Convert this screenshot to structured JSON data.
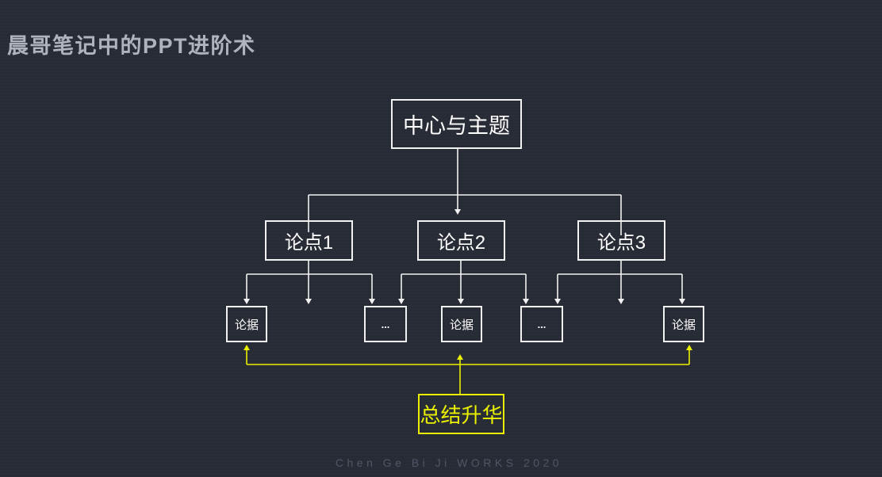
{
  "slide": {
    "title": "晨哥笔记中的PPT进阶术",
    "watermark": "Chen Ge Bi Ji WORKS 2020"
  },
  "diagram": {
    "root": {
      "label": "中心与主题"
    },
    "points": [
      {
        "label": "论点1"
      },
      {
        "label": "论点2"
      },
      {
        "label": "论点3"
      }
    ],
    "evidence_row": [
      {
        "label": "论据"
      },
      {
        "label": "..."
      },
      {
        "label": "论据"
      },
      {
        "label": "..."
      },
      {
        "label": "论据"
      }
    ],
    "summary": {
      "label": "总结升华"
    }
  },
  "colors": {
    "background": "#282c36",
    "box_line": "#f2f2f2",
    "text": "#ffffff",
    "accent_yellow": "#eaf000",
    "title_gray": "#aeb3bd",
    "watermark_gray": "#505666"
  }
}
